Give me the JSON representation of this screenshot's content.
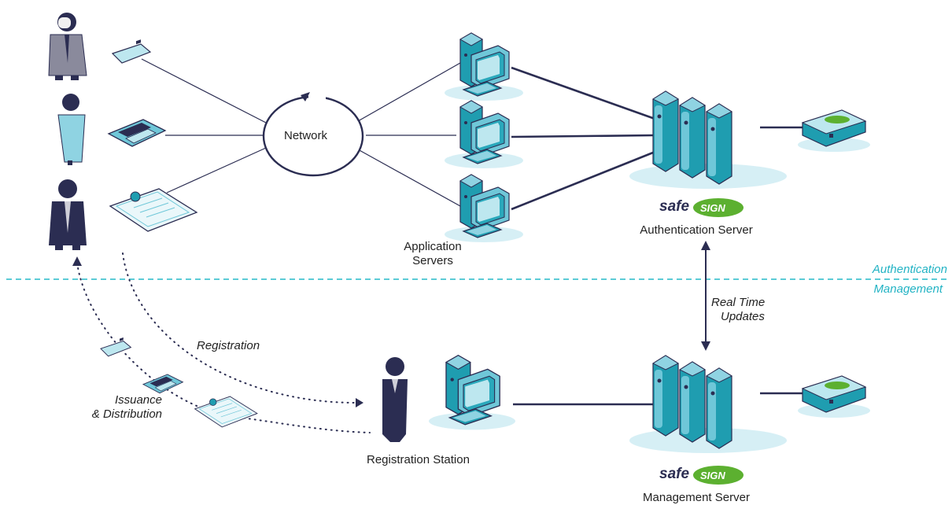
{
  "network_label": "Network",
  "application_servers_label": [
    "Application",
    "Servers"
  ],
  "authentication_server": {
    "logo_safe": "safe",
    "logo_sign": "SIGN",
    "label": "Authentication Server"
  },
  "management_server": {
    "logo_safe": "safe",
    "logo_sign": "SIGN",
    "label": "Management Server"
  },
  "registration_station_label": "Registration Station",
  "realtime_updates_label": [
    "Real Time",
    "Updates"
  ],
  "registration_label": "Registration",
  "issuance_label": [
    "Issuance",
    "& Distribution"
  ],
  "zones": {
    "upper": "Authentication",
    "lower": "Management"
  },
  "token_brand": "safeSIGN",
  "colors": {
    "teal_dark": "#1f9db0",
    "teal_light": "#b9e4ee",
    "teal_mid": "#6fc7d8",
    "navy": "#2b2d52",
    "line": "#2b2d52",
    "green": "#5cb030",
    "zone_dashed": "#5ccbd6"
  }
}
